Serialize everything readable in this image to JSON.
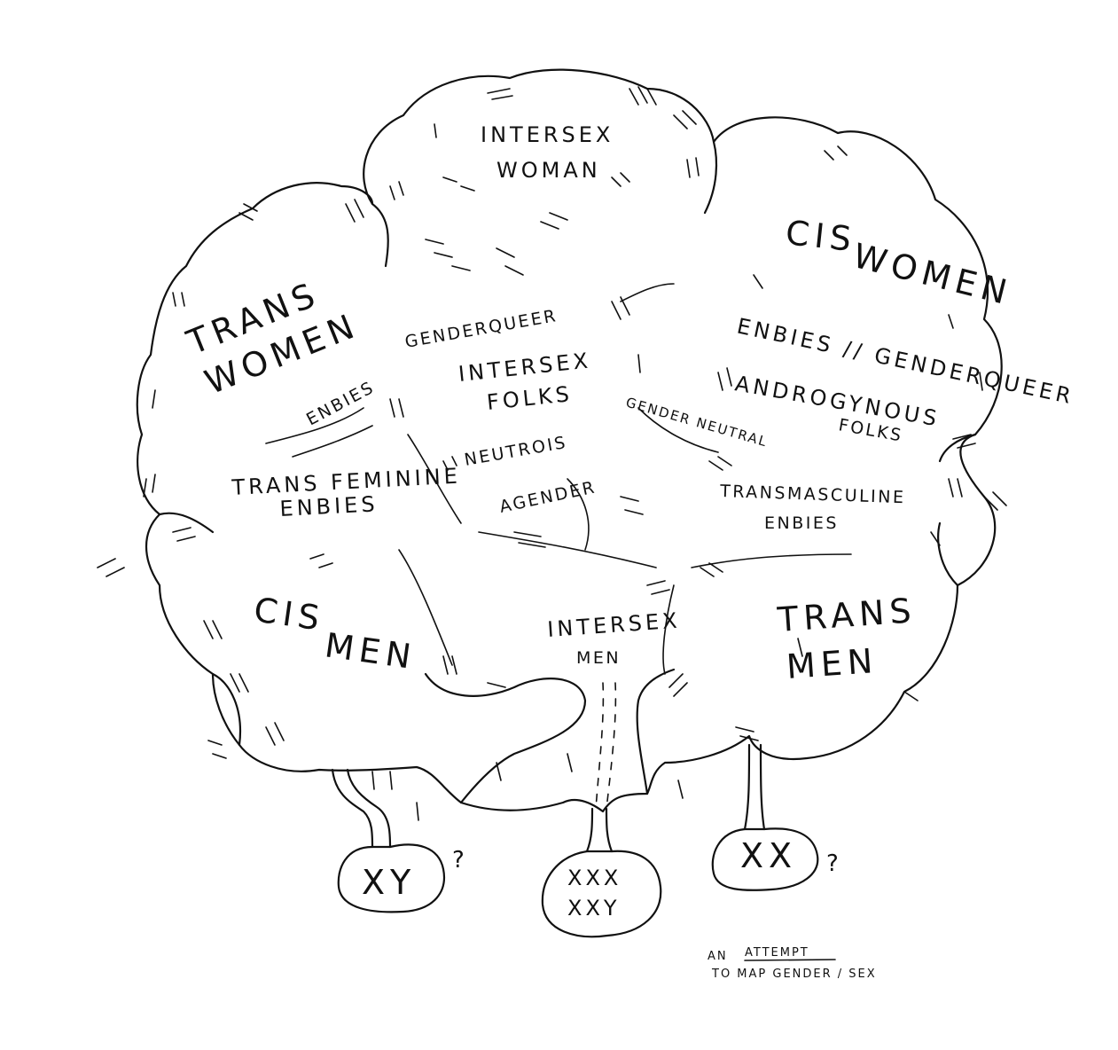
{
  "regions": {
    "intersex_woman": [
      "INTERSEX",
      "WOMAN"
    ],
    "trans_women": [
      "TRANS",
      "WOMEN"
    ],
    "cis_women": [
      "CIS",
      "WOMEN"
    ],
    "genderqueer": "GENDERQUEER",
    "enbies_left": "ENBIES",
    "intersex_folks": [
      "INTERSEX",
      "FOLKS"
    ],
    "enbies_genderqueer": "ENBIES // GENDERQUEER",
    "androgynous_folks": [
      "ANDROGYNOUS",
      "FOLKS"
    ],
    "gender_neutral": "GENDER NEUTRAL",
    "neutrois": "NEUTROIS",
    "agender": "AGENDER",
    "transfeminine_enbies": [
      "TRANS FEMININE",
      "ENBIES"
    ],
    "transmasculine_enbies": [
      "TRANSMASCULINE",
      "ENBIES"
    ],
    "cis_men": [
      "CIS",
      "MEN"
    ],
    "intersex_men": [
      "INTERSEX",
      "MEN"
    ],
    "trans_men": [
      "TRANS",
      "MEN"
    ]
  },
  "roots": {
    "xy": "XY",
    "xxx_xxy": [
      "XXX",
      "XXY"
    ],
    "xx": "XX",
    "question_mark": "?"
  },
  "caption": {
    "prefix": "AN",
    "emphasis": "ATTEMPT",
    "line2": "TO MAP GENDER / SEX"
  },
  "colors": {
    "ink": "#111111",
    "paper": "#ffffff"
  }
}
